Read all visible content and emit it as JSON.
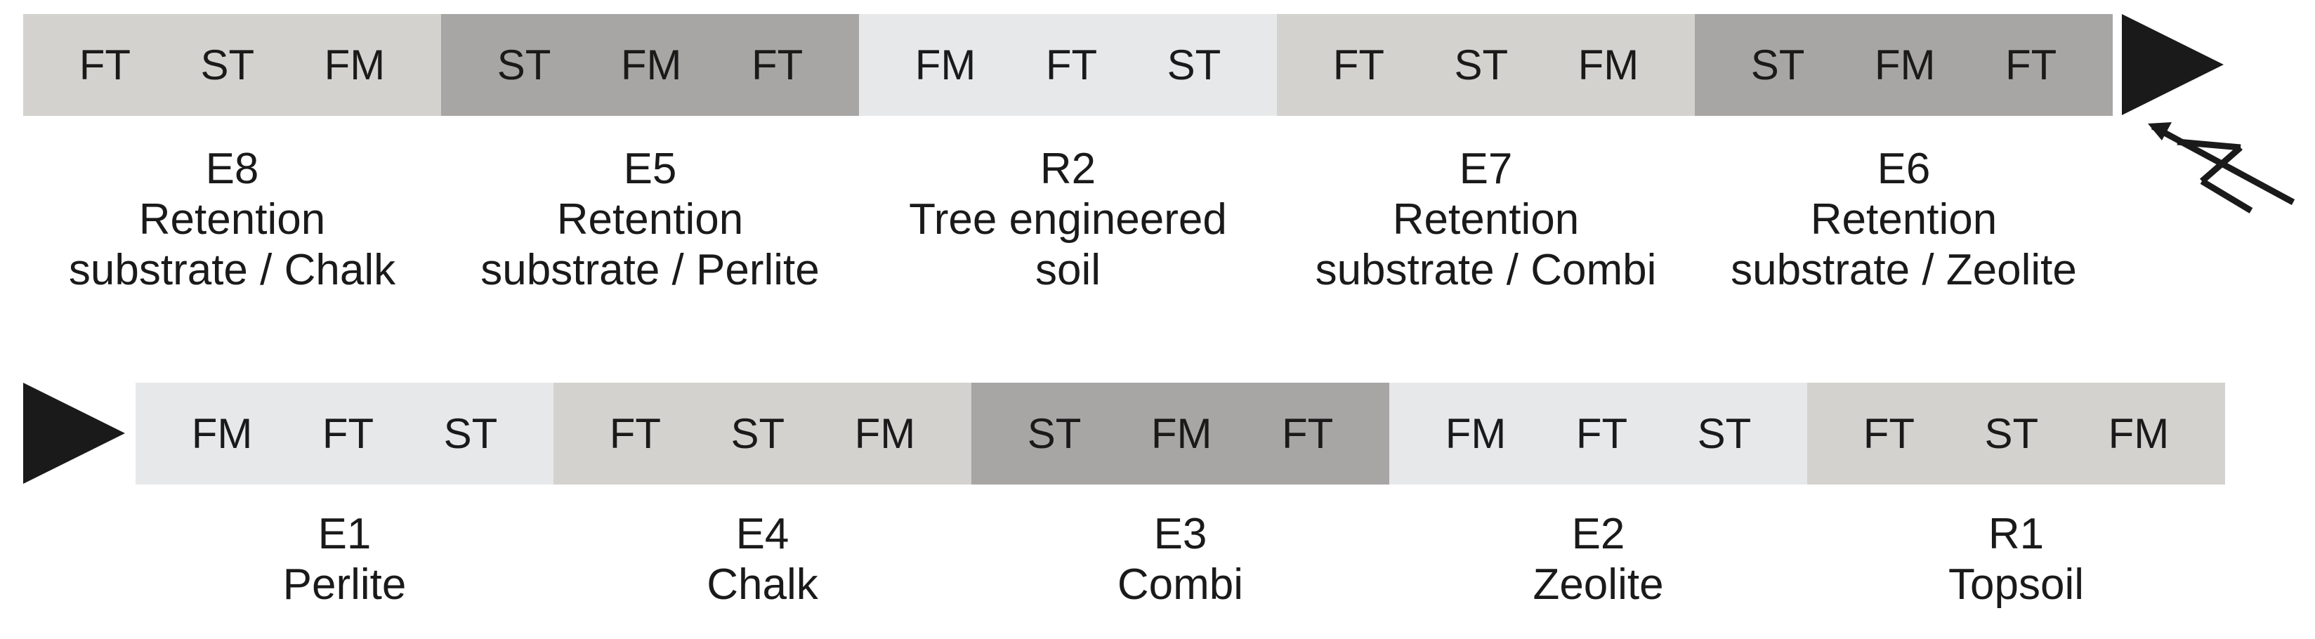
{
  "row1": {
    "sections": [
      {
        "tone": "mid",
        "cells": [
          "FT",
          "ST",
          "FM"
        ],
        "id": "E8",
        "lines": [
          "Retention",
          "substrate / Chalk"
        ]
      },
      {
        "tone": "dark",
        "cells": [
          "ST",
          "FM",
          "FT"
        ],
        "id": "E5",
        "lines": [
          "Retention",
          "substrate / Perlite"
        ]
      },
      {
        "tone": "light",
        "cells": [
          "FM",
          "FT",
          "ST"
        ],
        "id": "R2",
        "lines": [
          "Tree engineered",
          "soil"
        ]
      },
      {
        "tone": "mid",
        "cells": [
          "FT",
          "ST",
          "FM"
        ],
        "id": "E7",
        "lines": [
          "Retention",
          "substrate / Combi"
        ]
      },
      {
        "tone": "dark",
        "cells": [
          "ST",
          "FM",
          "FT"
        ],
        "id": "E6",
        "lines": [
          "Retention",
          "substrate / Zeolite"
        ]
      }
    ]
  },
  "row2": {
    "sections": [
      {
        "tone": "light",
        "cells": [
          "FM",
          "FT",
          "ST"
        ],
        "id": "E1",
        "lines": [
          "Perlite"
        ]
      },
      {
        "tone": "mid",
        "cells": [
          "FT",
          "ST",
          "FM"
        ],
        "id": "E4",
        "lines": [
          "Chalk"
        ]
      },
      {
        "tone": "dark",
        "cells": [
          "ST",
          "FM",
          "FT"
        ],
        "id": "E3",
        "lines": [
          "Combi"
        ]
      },
      {
        "tone": "light",
        "cells": [
          "FM",
          "FT",
          "ST"
        ],
        "id": "E2",
        "lines": [
          "Zeolite"
        ]
      },
      {
        "tone": "mid",
        "cells": [
          "FT",
          "ST",
          "FM"
        ],
        "id": "R1",
        "lines": [
          "Topsoil"
        ]
      }
    ]
  },
  "colors": {
    "mid": "#d4d2ce",
    "dark": "#a8a5a5",
    "light": "#e7e8ea",
    "ink": "#1a1a1a"
  },
  "icons": {
    "row_arrow": "flow-direction-arrow-icon",
    "north": "north-arrow-icon"
  }
}
